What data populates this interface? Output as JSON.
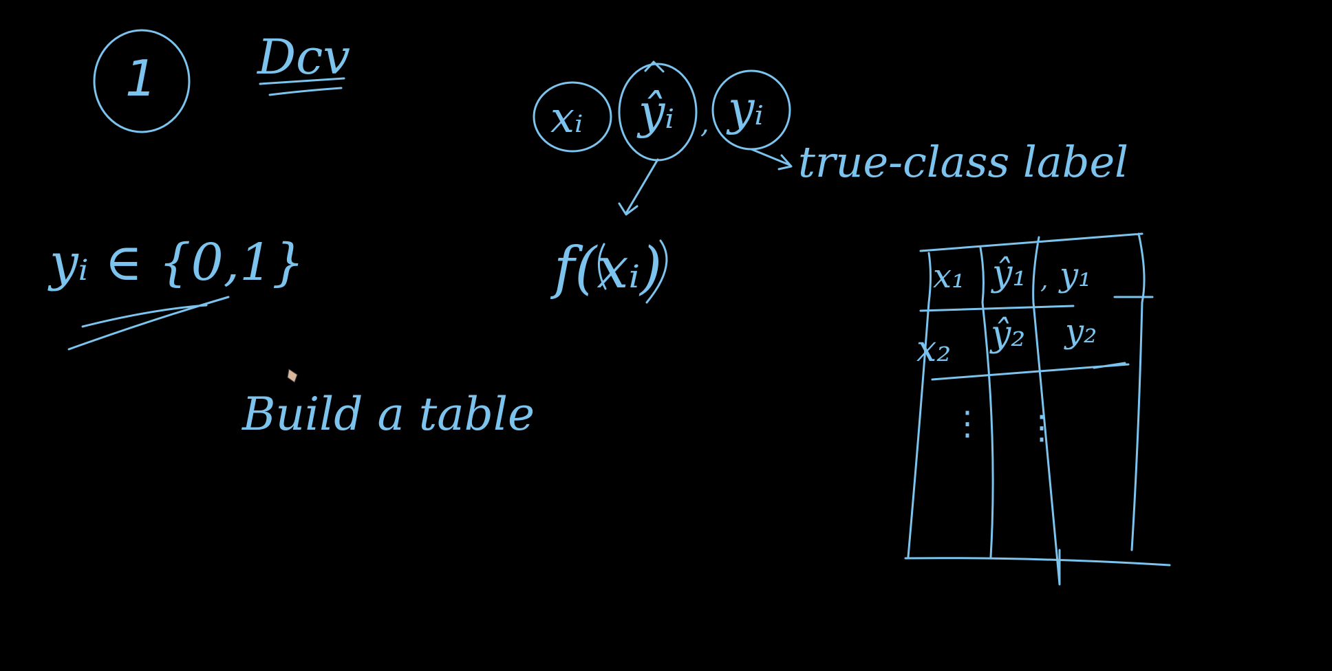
{
  "board": {
    "ink_color": "#7cc3ee",
    "background": "#000000",
    "item_number": "1",
    "topic": "Dcv",
    "label_set": "yᵢ ∈ {0,1}",
    "instruction": "Build a table",
    "tuple": {
      "x": "xᵢ",
      "yhat": "ŷᵢ",
      "sep": ",",
      "y": "yᵢ"
    },
    "prediction": "f(xᵢ)",
    "true_label_note": "true-class label",
    "table": {
      "rows": [
        {
          "x": "x₁",
          "yhat": "ŷ₁",
          "sep": ",",
          "y": "y₁"
        },
        {
          "x": "x₂",
          "yhat": "ŷ₂",
          "sep": "",
          "y": "y₂"
        }
      ],
      "ellipsis_col1": "⋮",
      "ellipsis_col2": "⋮"
    },
    "cursor_icon": "pen-cursor-icon"
  }
}
